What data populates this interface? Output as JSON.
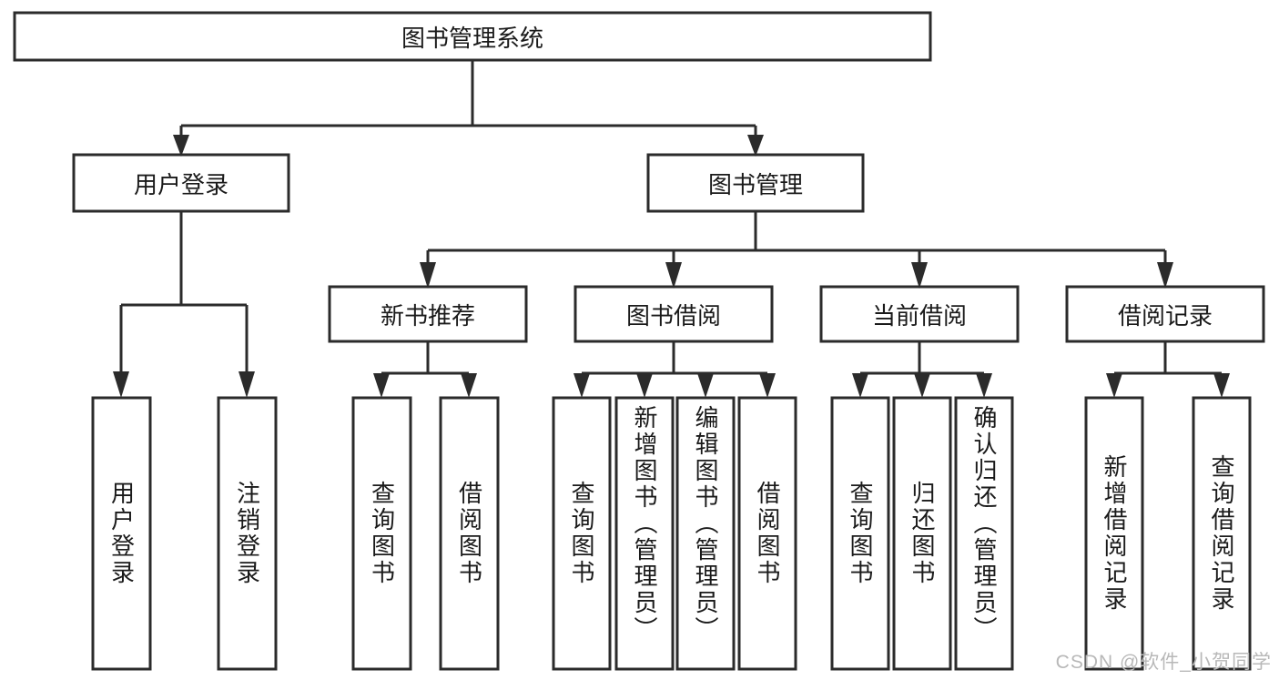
{
  "diagram": {
    "title": "图书管理系统",
    "type": "tree-hierarchy",
    "watermark": "CSDN @软件_小贺同学",
    "colors": {
      "stroke": "#2b2b2b",
      "box_fill": "#ffffff",
      "text": "#1a1a1a",
      "background": "#ffffff",
      "watermark": "#b8b8b8"
    },
    "root": {
      "label": "图书管理系统"
    },
    "level2": [
      {
        "label": "用户登录"
      },
      {
        "label": "图书管理"
      }
    ],
    "level3": [
      {
        "label": "新书推荐"
      },
      {
        "label": "图书借阅"
      },
      {
        "label": "当前借阅"
      },
      {
        "label": "借阅记录"
      }
    ],
    "leaves_user_login": [
      {
        "label": "用户登录"
      },
      {
        "label": "注销登录"
      }
    ],
    "leaves_new_book": [
      {
        "label": "查询图书"
      },
      {
        "label": "借阅图书"
      }
    ],
    "leaves_borrow": [
      {
        "label": "查询图书"
      },
      {
        "label": "新增图书（管理员）"
      },
      {
        "label": "编辑图书（管理员）"
      },
      {
        "label": "借阅图书"
      }
    ],
    "leaves_current": [
      {
        "label": "查询图书"
      },
      {
        "label": "归还图书"
      },
      {
        "label": "确认归还（管理员）"
      }
    ],
    "leaves_record": [
      {
        "label": "新增借阅记录"
      },
      {
        "label": "查询借阅记录"
      }
    ]
  }
}
